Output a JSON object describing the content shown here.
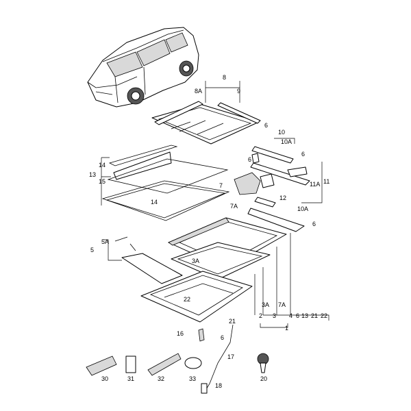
{
  "diagram": {
    "callouts": {
      "c1": "1",
      "c2": "2",
      "c3": "3",
      "c3A_a": "3A",
      "c3A_b": "3A",
      "c4": "4",
      "c5": "5",
      "c5A": "5A",
      "c6_a": "6",
      "c6_b": "6",
      "c6_c": "6",
      "c6_d": "6",
      "c6_e": "6",
      "c6_f": "6",
      "c7": "7",
      "c7A_a": "7A",
      "c7A_b": "7A",
      "c8": "8",
      "c8A": "8A",
      "c9": "9",
      "c10": "10",
      "c10A_a": "10A",
      "c10A_b": "10A",
      "c11": "11",
      "c11A": "11A",
      "c12": "12",
      "c13_a": "13",
      "c13_b": "13",
      "c14_a": "14",
      "c14_b": "14",
      "c15": "15",
      "c16": "16",
      "c17": "17",
      "c18": "18",
      "c20": "20",
      "c21_a": "21",
      "c21_b": "21",
      "c22_a": "22",
      "c22_b": "22",
      "c30": "30",
      "c31": "31",
      "c32": "32",
      "c33": "33"
    }
  }
}
